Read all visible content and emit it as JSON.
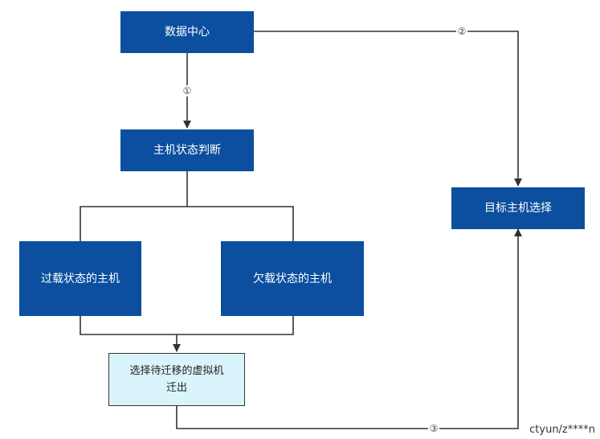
{
  "nodes": {
    "data_center": "数据中心",
    "host_status": "主机状态判断",
    "overloaded_host": "过载状态的主机",
    "underloaded_host": "欠载状态的主机",
    "select_vm": "选择待迁移的虚拟机\n迁出",
    "target_host": "目标主机选择"
  },
  "edge_labels": {
    "step1": "①",
    "step2": "②",
    "step3": "③"
  },
  "watermark": "ctyun/z****n",
  "colors": {
    "node_fill": "#0b4f9e",
    "highlight_fill": "#d9f5fb",
    "line": "#333333"
  }
}
